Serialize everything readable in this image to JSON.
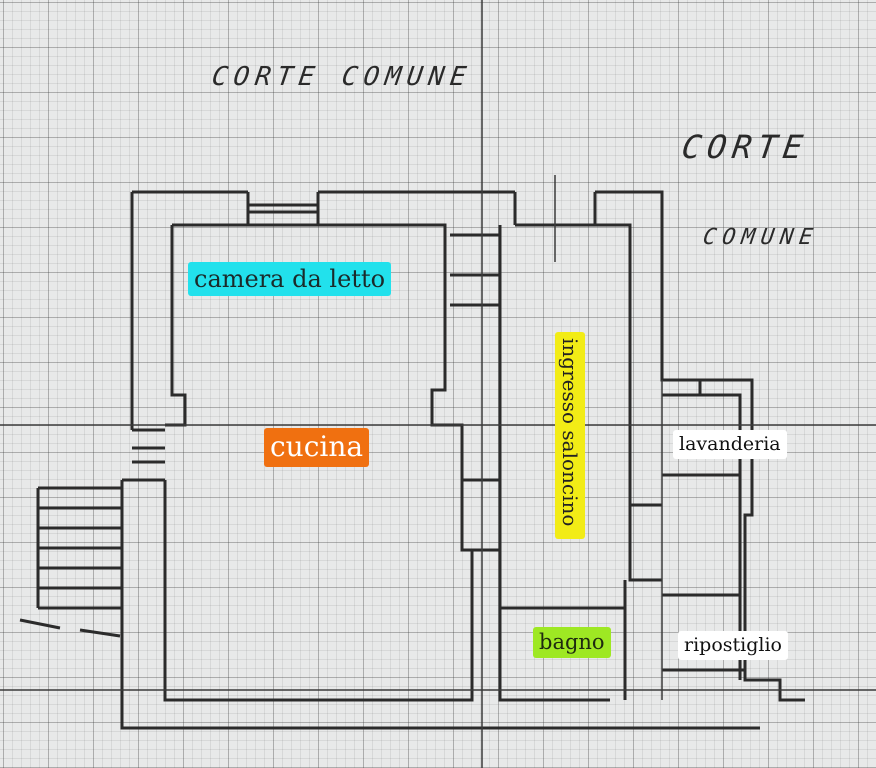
{
  "plan": {
    "annotations": {
      "courtyard_top": "CORTE  COMUNE",
      "courtyard_right_line1": "CORTE",
      "courtyard_right_line2": "COMUNE"
    },
    "rooms": {
      "bedroom": {
        "label": "camera da letto",
        "color": "#22e1ec"
      },
      "kitchen": {
        "label": "cucina",
        "color": "#f07010"
      },
      "entrance": {
        "label": "ingresso saloncino",
        "color": "#f2ec16"
      },
      "bathroom": {
        "label": "bagno",
        "color": "#9ee823"
      },
      "laundry": {
        "label": "lavanderia",
        "color": "#ffffff"
      },
      "storage": {
        "label": "ripostiglio",
        "color": "#ffffff"
      }
    }
  }
}
